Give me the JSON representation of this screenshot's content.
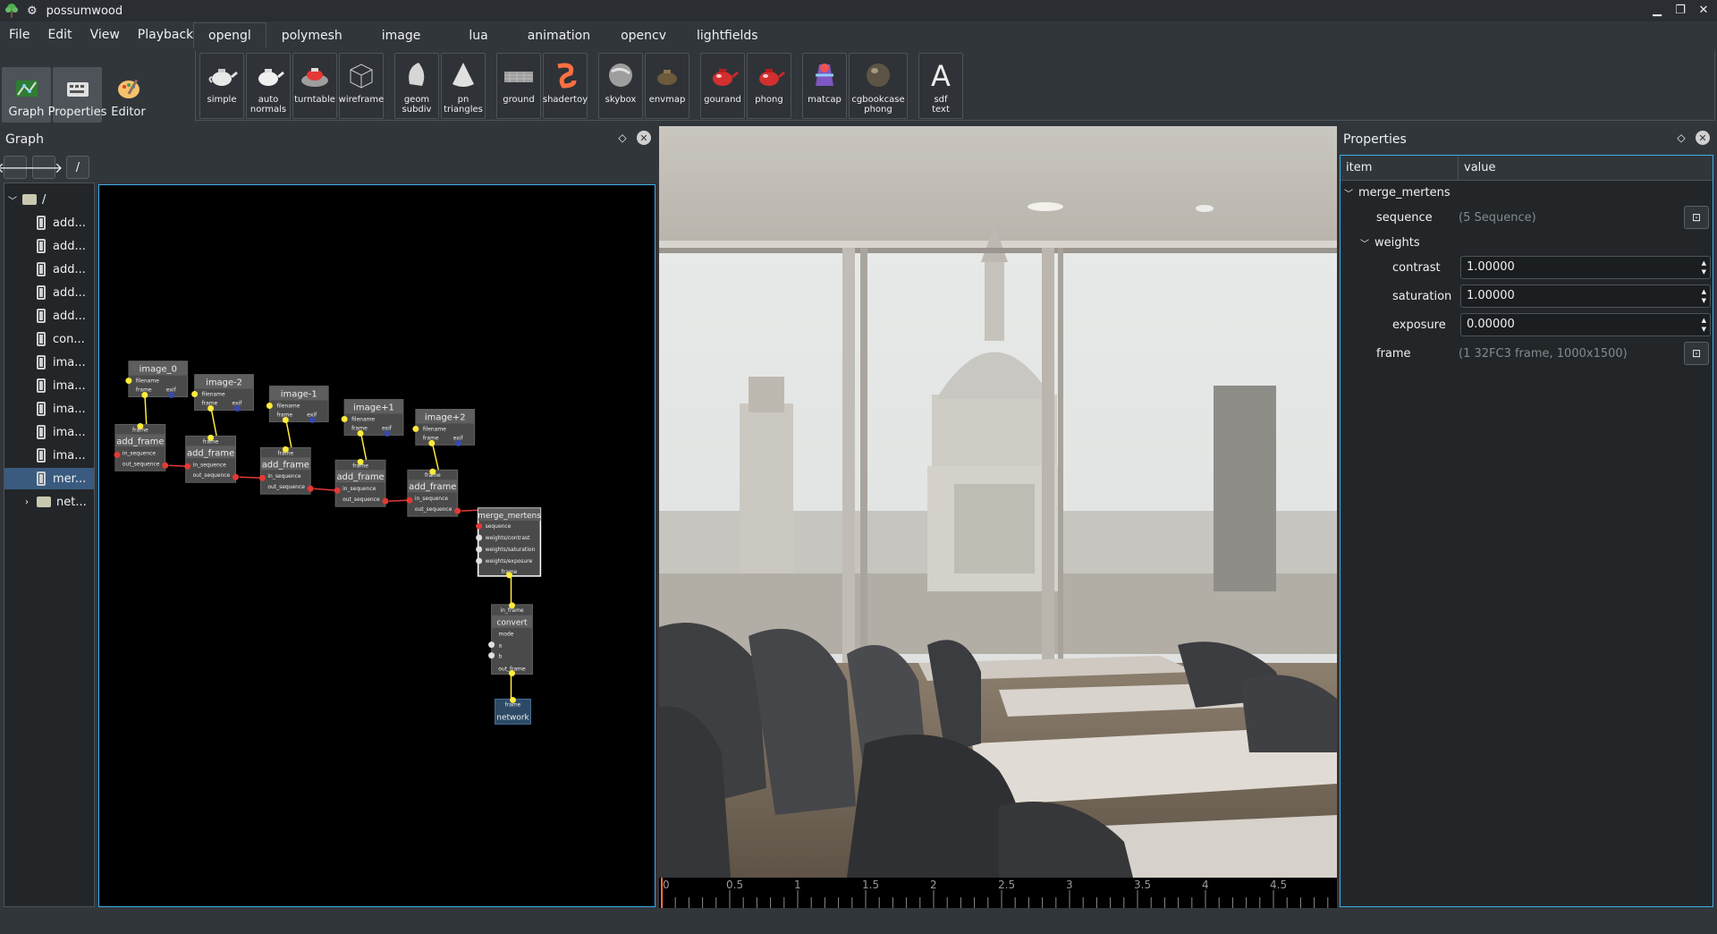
{
  "window": {
    "title": "possumwood"
  },
  "menu": [
    "File",
    "Edit",
    "View",
    "Playback"
  ],
  "tabs": [
    "opengl",
    "polymesh",
    "image",
    "lua",
    "animation",
    "opencv",
    "lightfields"
  ],
  "modes": [
    {
      "label": "Graph",
      "active": true
    },
    {
      "label": "Properties",
      "active": true
    },
    {
      "label": "Editor",
      "active": false
    }
  ],
  "tools": [
    {
      "label": "simple",
      "icon": "teapot-icon"
    },
    {
      "label": "auto\nnormals",
      "icon": "teapot-normals-icon"
    },
    {
      "label": "turntable",
      "icon": "turntable-icon"
    },
    {
      "label": "wireframe",
      "icon": "wireframe-icon"
    },
    {
      "label": "geom\nsubdiv",
      "icon": "subdiv-icon"
    },
    {
      "label": "pn\ntriangles",
      "icon": "cone-icon"
    },
    {
      "label": "ground",
      "icon": "ground-icon"
    },
    {
      "label": "shadertoy",
      "icon": "shadertoy-icon"
    },
    {
      "label": "skybox",
      "icon": "skybox-icon"
    },
    {
      "label": "envmap",
      "icon": "envmap-icon"
    },
    {
      "label": "gourand",
      "icon": "red-teapot-icon"
    },
    {
      "label": "phong",
      "icon": "red-teapot-icon"
    },
    {
      "label": "matcap",
      "icon": "matcap-icon"
    },
    {
      "label": "cgbookcase\nphong",
      "icon": "sphere-icon"
    },
    {
      "label": "sdf\ntext",
      "icon": "letter-a-icon"
    }
  ],
  "graph_panel": {
    "title": "Graph",
    "path": "/",
    "tree": [
      {
        "label": "/",
        "type": "root"
      },
      {
        "label": "add...",
        "type": "node"
      },
      {
        "label": "add...",
        "type": "node"
      },
      {
        "label": "add...",
        "type": "node"
      },
      {
        "label": "add...",
        "type": "node"
      },
      {
        "label": "add...",
        "type": "node"
      },
      {
        "label": "con...",
        "type": "node"
      },
      {
        "label": "ima...",
        "type": "node"
      },
      {
        "label": "ima...",
        "type": "node"
      },
      {
        "label": "ima...",
        "type": "node"
      },
      {
        "label": "ima...",
        "type": "node"
      },
      {
        "label": "ima...",
        "type": "node"
      },
      {
        "label": "mer...",
        "type": "node",
        "selected": true
      },
      {
        "label": "net...",
        "type": "folder"
      }
    ]
  },
  "graph_nodes": {
    "image_0": {
      "title": "image_0",
      "ports": [
        "filename",
        "frame",
        "exif"
      ]
    },
    "image_m2": {
      "title": "image-2",
      "ports": [
        "filename",
        "frame",
        "exif"
      ]
    },
    "image_m1": {
      "title": "image-1",
      "ports": [
        "filename",
        "frame",
        "exif"
      ]
    },
    "image_p1": {
      "title": "image+1",
      "ports": [
        "filename",
        "frame",
        "exif"
      ]
    },
    "image_p2": {
      "title": "image+2",
      "ports": [
        "filename",
        "frame",
        "exif"
      ]
    },
    "add_frame": {
      "title": "add_frame",
      "ports": [
        "frame",
        "in_sequence",
        "out_sequence"
      ]
    },
    "merge": {
      "title": "merge_mertens",
      "ports": [
        "sequence",
        "weights/contrast",
        "weights/saturation",
        "weights/exposure",
        "frame"
      ]
    },
    "convert": {
      "title": "convert",
      "ports": [
        "in_frame",
        "mode",
        "a",
        "b",
        "out_frame"
      ]
    },
    "network": {
      "title": "network",
      "ports": [
        "frame"
      ]
    }
  },
  "timeline": {
    "ticks": [
      "0",
      "0.5",
      "1",
      "1.5",
      "2",
      "2.5",
      "3",
      "3.5",
      "4",
      "4.5"
    ]
  },
  "properties": {
    "title": "Properties",
    "col_item": "item",
    "col_value": "value",
    "node": "merge_mertens",
    "sequence": {
      "label": "sequence",
      "value": "(5 Sequence)"
    },
    "weights": {
      "label": "weights"
    },
    "contrast": {
      "label": "contrast",
      "value": "1.00000"
    },
    "saturation": {
      "label": "saturation",
      "value": "1.00000"
    },
    "exposure": {
      "label": "exposure",
      "value": "0.00000"
    },
    "frame": {
      "label": "frame",
      "value": "(1 32FC3 frame, 1000x1500)"
    }
  }
}
